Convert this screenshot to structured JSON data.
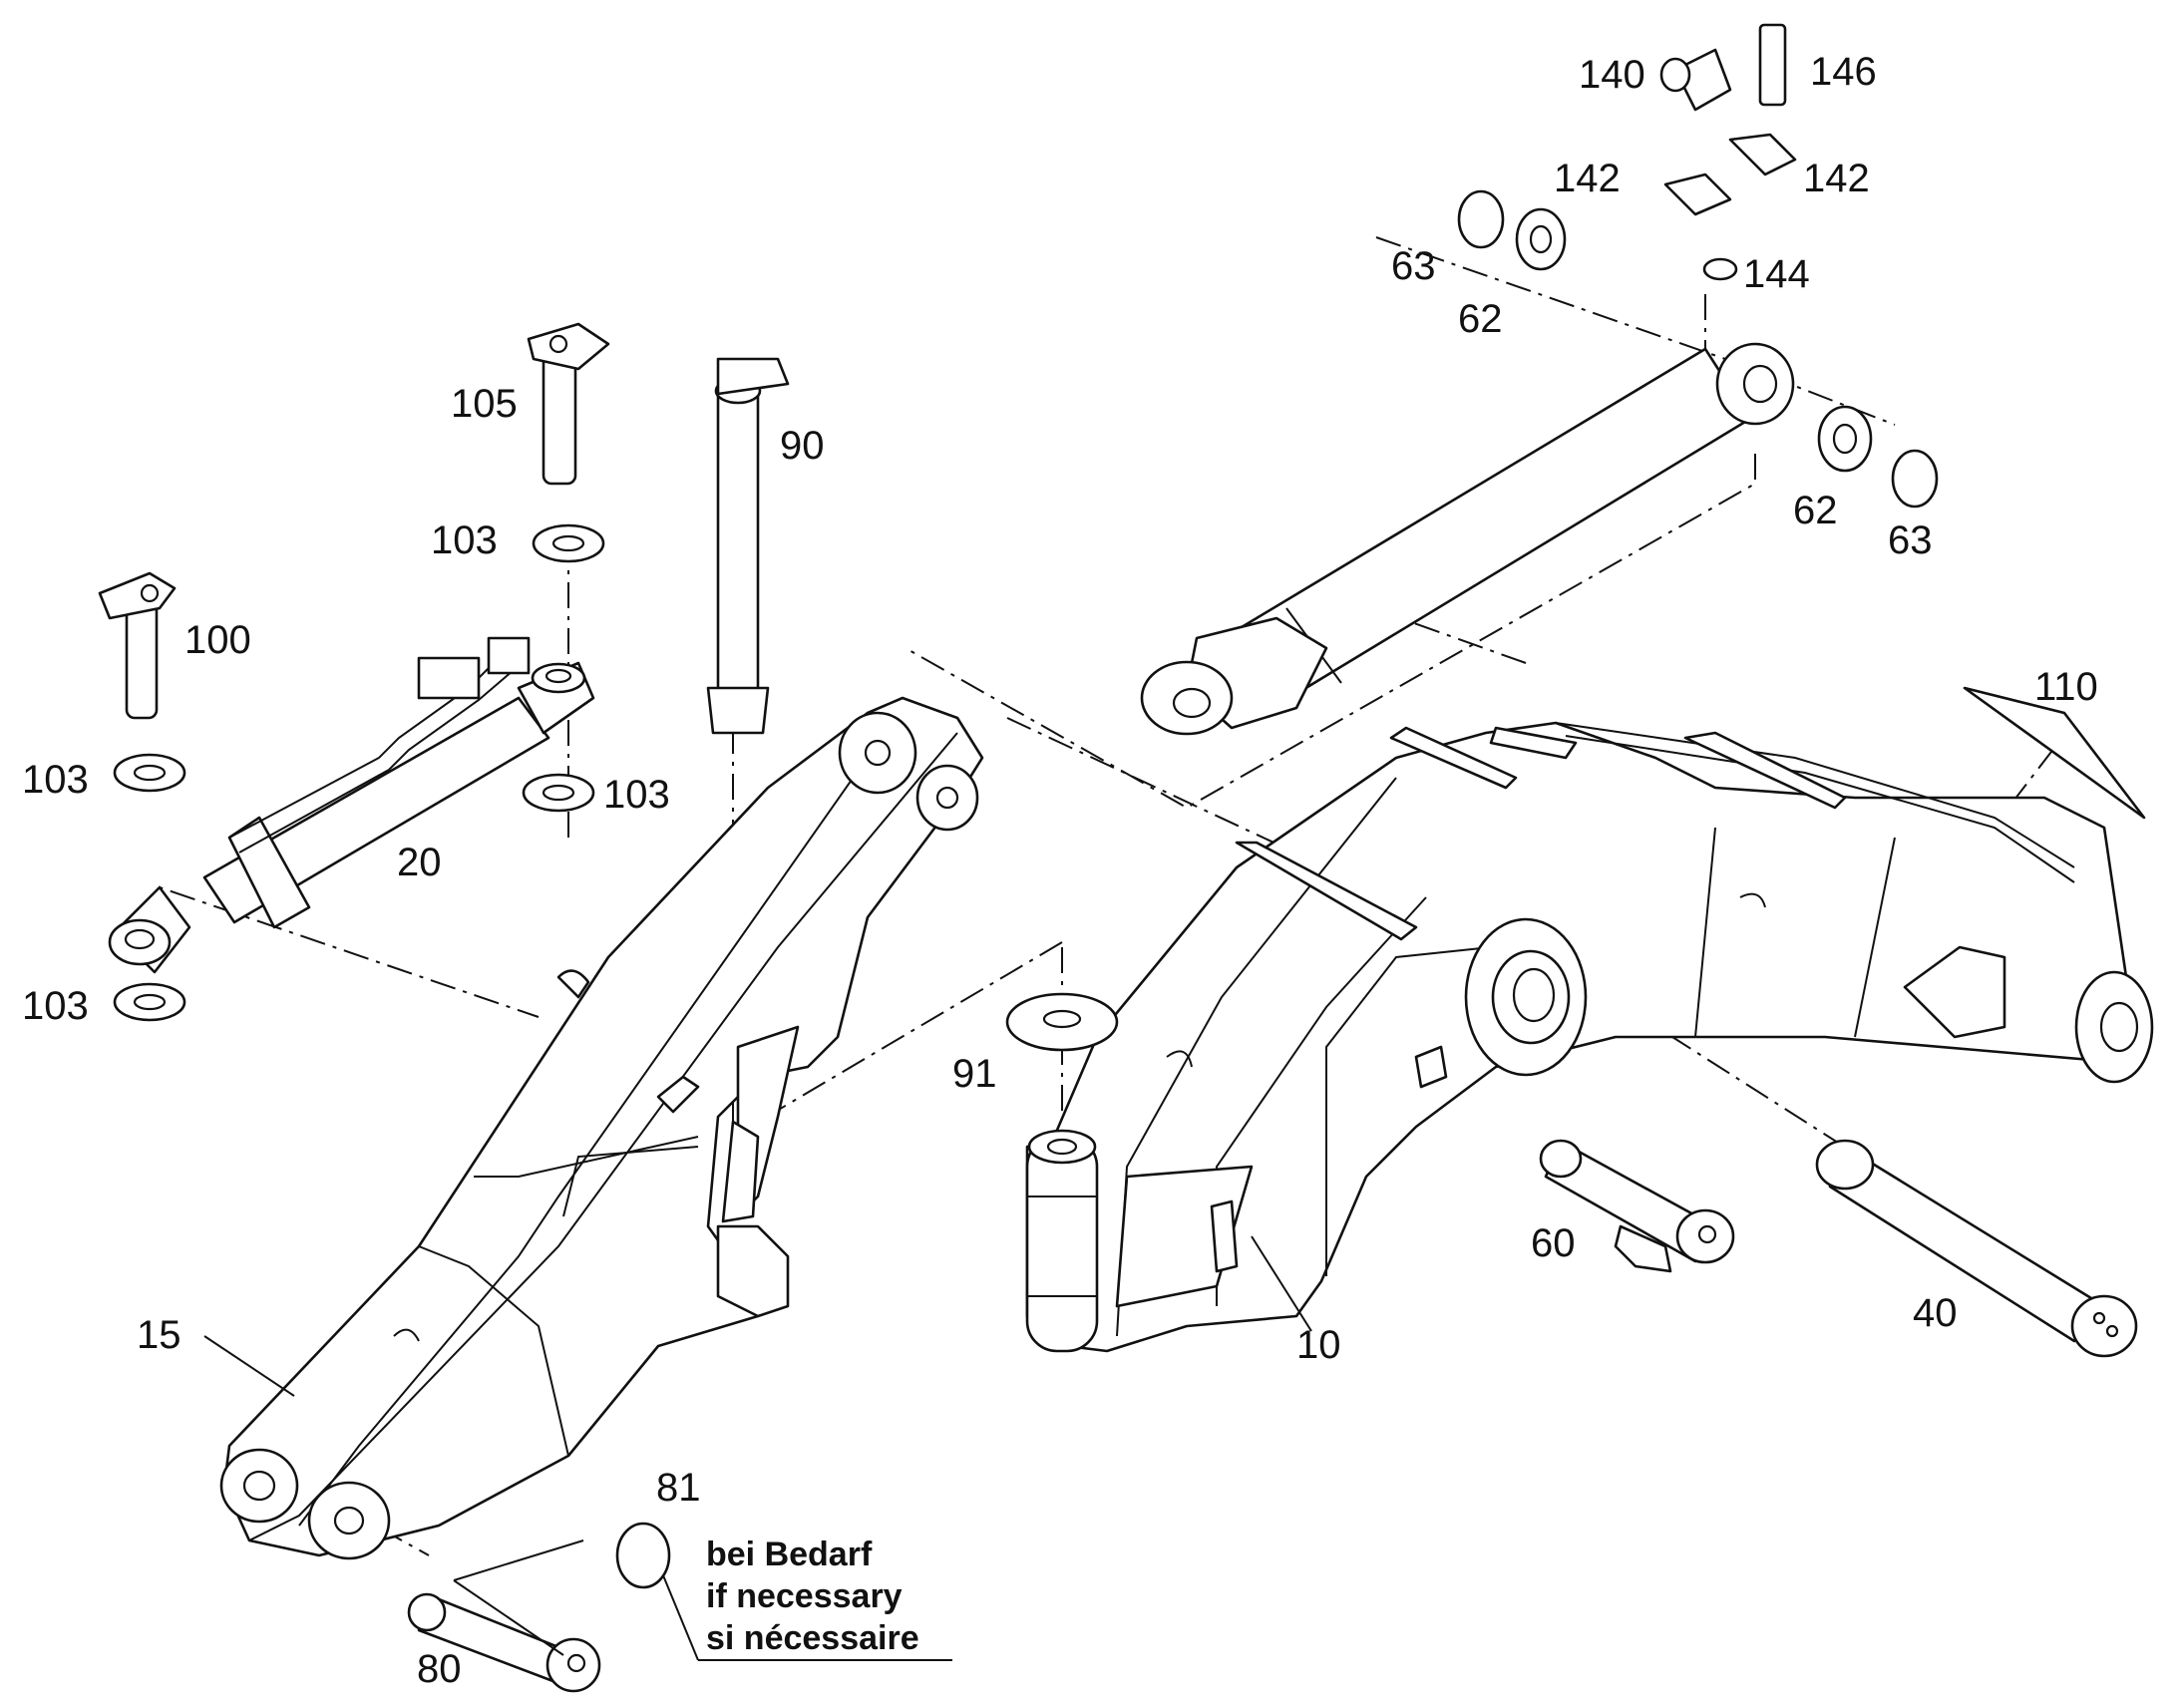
{
  "part_labels": {
    "p10": "10",
    "p15": "15",
    "p20": "20",
    "p40": "40",
    "p60": "60",
    "p62a": "62",
    "p62b": "62",
    "p63a": "63",
    "p63b": "63",
    "p80": "80",
    "p81": "81",
    "p90": "90",
    "p91": "91",
    "p100": "100",
    "p103a": "103",
    "p103b": "103",
    "p103c": "103",
    "p103d": "103",
    "p105": "105",
    "p110": "110",
    "p140": "140",
    "p142a": "142",
    "p142b": "142",
    "p144": "144",
    "p146": "146"
  },
  "note": {
    "de": "bei Bedarf",
    "en": "if necessary",
    "fr": "si nécessaire"
  }
}
